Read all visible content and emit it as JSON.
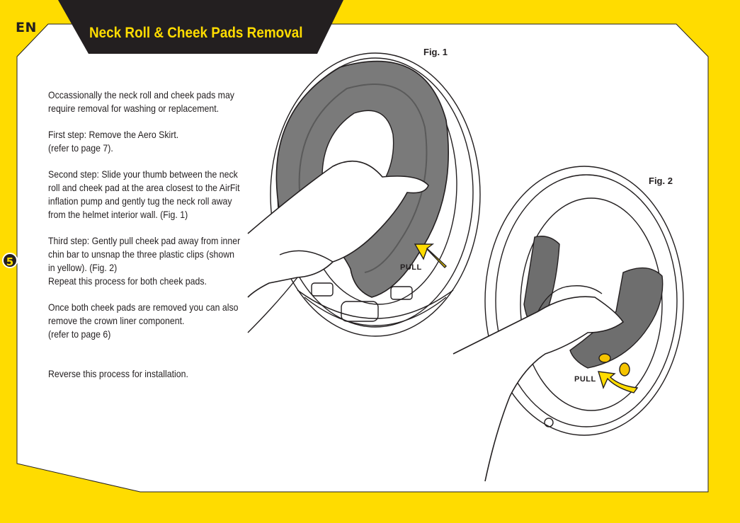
{
  "header": {
    "language": "EN",
    "title": "Neck Roll & Cheek Pads Removal"
  },
  "page_number": "5",
  "instructions": {
    "intro": "Occassionally the neck roll and cheek pads may require removal for washing or replacement.",
    "step1_line1": "First step: Remove the Aero Skirt.",
    "step1_line2": "(refer to page 7).",
    "step2": "Second step: Slide your thumb between the neck roll and cheek pad at the area closest to the AirFit inflation pump and gently tug the neck roll away from the helmet interior wall. (Fig. 1)",
    "step3_line1": "Third step: Gently pull cheek pad away from inner chin bar to unsnap the three plastic clips (shown in yellow). (Fig. 2)",
    "step3_line2": "Repeat this process for both cheek pads.",
    "crown_line1": "Once both cheek pads are removed you can also remove the crown liner component.",
    "crown_line2": "(refer to page 6)",
    "reverse": "Reverse this process for installation."
  },
  "figures": {
    "fig1_label": "Fig. 1",
    "fig2_label": "Fig. 2",
    "fig1_pull": "PULL",
    "fig2_pull": "PULL"
  },
  "colors": {
    "background": "#FFDC00",
    "panel": "#FFFFFF",
    "ink": "#231F20",
    "pad_gray": "#7A7A7A",
    "clip_yellow": "#F5C400"
  }
}
